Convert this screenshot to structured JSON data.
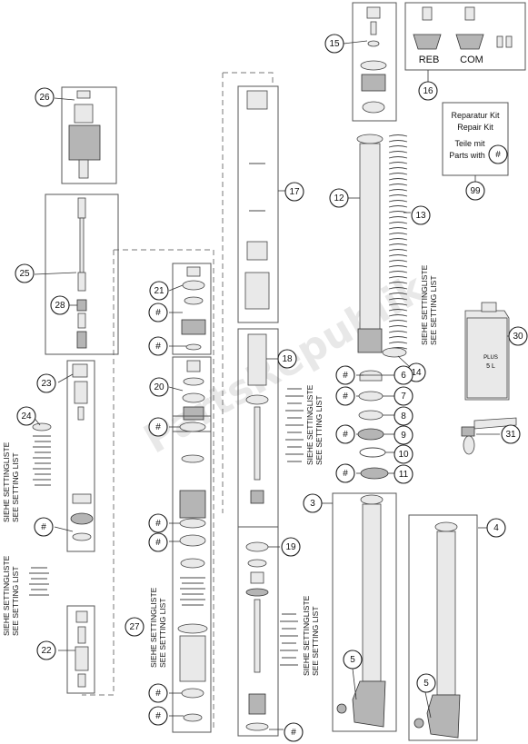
{
  "callouts": {
    "c3": "3",
    "c4": "4",
    "c5a": "5",
    "c5b": "5",
    "c6": "6",
    "c7": "7",
    "c8": "8",
    "c9": "9",
    "c10": "10",
    "c11": "11",
    "c12": "12",
    "c13": "13",
    "c14": "14",
    "c15": "15",
    "c16": "16",
    "c17": "17",
    "c18": "18",
    "c19": "19",
    "c20": "20",
    "c21": "21",
    "c22": "22",
    "c23": "23",
    "c24": "24",
    "c25": "25",
    "c26": "26",
    "c27": "27",
    "c28": "28",
    "c30": "30",
    "c31": "31",
    "c99": "99"
  },
  "hash_symbol": "#",
  "setting_labels": {
    "de": "SIEHE SETTINGLISTE",
    "en": "SEE SETTING LIST"
  },
  "kit": {
    "line1": "Reparatur Kit",
    "line2": "Repair Kit",
    "line3": "Teile mit",
    "line4": "Parts with"
  },
  "cap_labels": {
    "reb": "REB",
    "com": "COM"
  },
  "can_label_1": "PLUS",
  "can_label_2": "5 L",
  "watermark": "PartsRepublik"
}
